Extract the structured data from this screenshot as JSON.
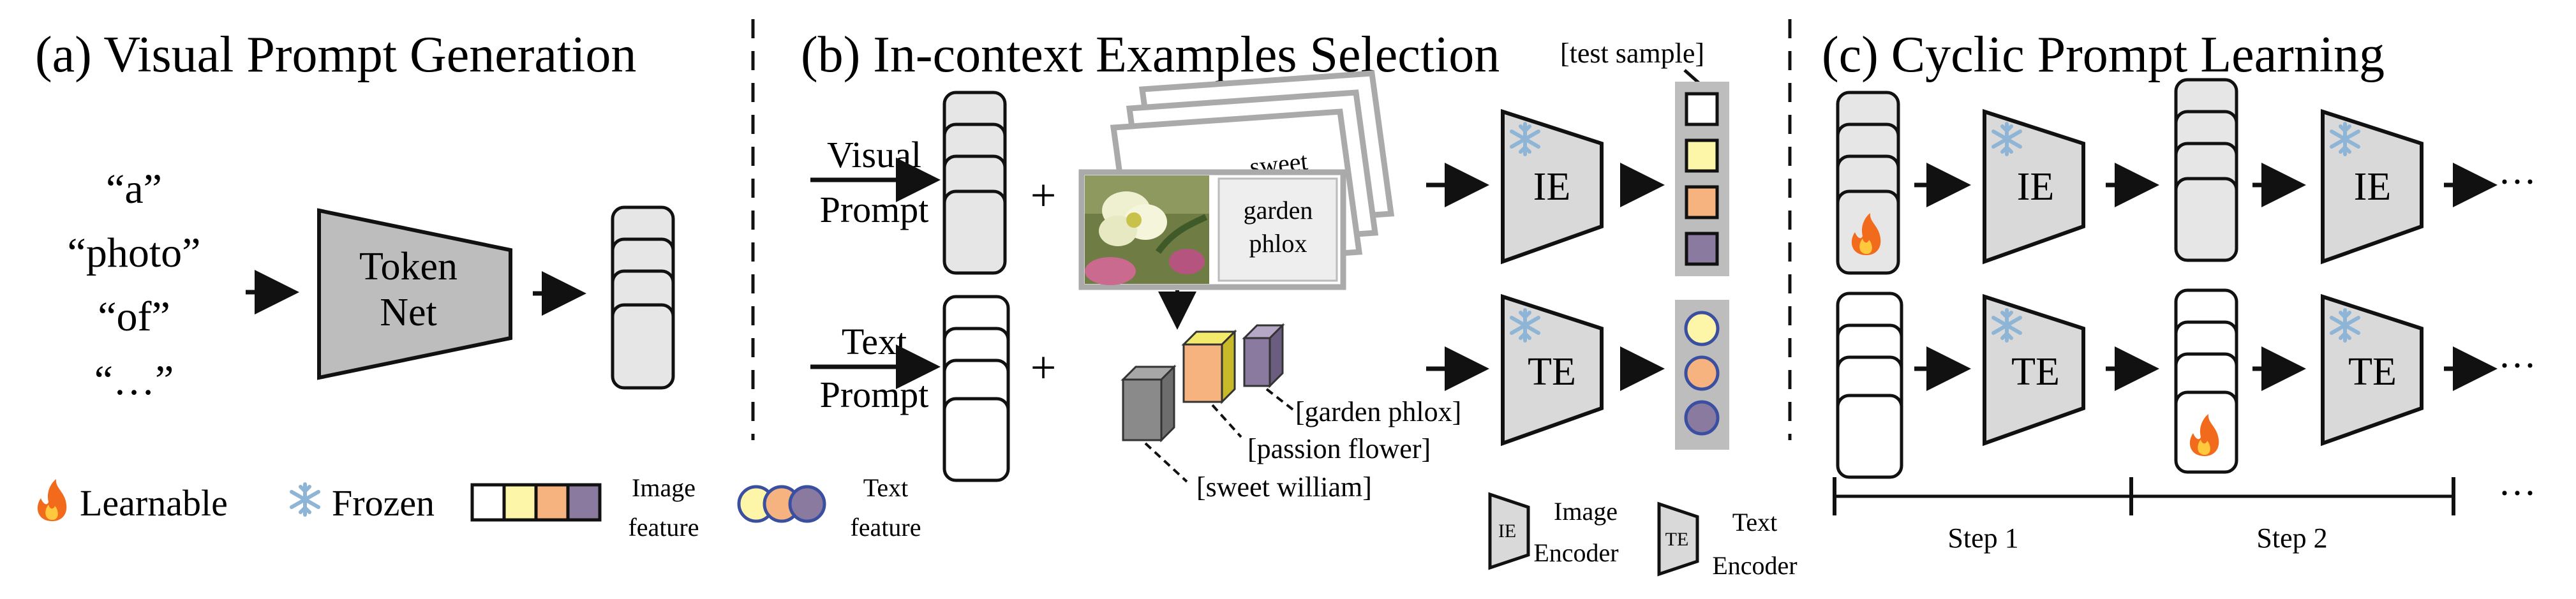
{
  "panel_a": {
    "title": "(a) Visual Prompt Generation",
    "tokens": [
      "“a”",
      "“photo”",
      "“of”",
      "“…”"
    ],
    "net_label_1": "Token",
    "net_label_2": "Net"
  },
  "panel_b": {
    "title": "(b) In-context Examples Selection",
    "visual_prompt_1": "Visual",
    "visual_prompt_2": "Prompt",
    "text_prompt_1": "Text",
    "text_prompt_2": "Prompt",
    "plus": "+",
    "card_back_text": "sweet",
    "card_front_1": "garden",
    "card_front_2": "phlox",
    "test_sample": "[test sample]",
    "cube_labels": [
      "[garden phlox]",
      "[passion flower]",
      "[sweet william]"
    ],
    "ie": "IE",
    "te": "TE"
  },
  "panel_c": {
    "title": "(c) Cyclic Prompt Learning",
    "ie": "IE",
    "te": "TE",
    "ellipsis": "···",
    "steps": [
      "Step 1",
      "Step 2"
    ]
  },
  "legend": {
    "learnable": "Learnable",
    "frozen": "Frozen",
    "image_feature_1": "Image",
    "image_feature_2": "feature",
    "text_feature_1": "Text",
    "text_feature_2": "feature",
    "ie_abbrev": "IE",
    "te_abbrev": "TE",
    "image_encoder_1": "Image",
    "image_encoder_2": "Encoder",
    "text_encoder_1": "Text",
    "text_encoder_2": "Encoder"
  },
  "colors": {
    "yellow": "#fdf6a8",
    "orange": "#f6b37f",
    "purple": "#8a7aa0",
    "gray_box": "#e6e6e6",
    "encoder_fill": "#d9d9d9",
    "panel_bg": "#bdbdbd",
    "snow": "#8fb5d6",
    "flame": "#f26b1d"
  }
}
